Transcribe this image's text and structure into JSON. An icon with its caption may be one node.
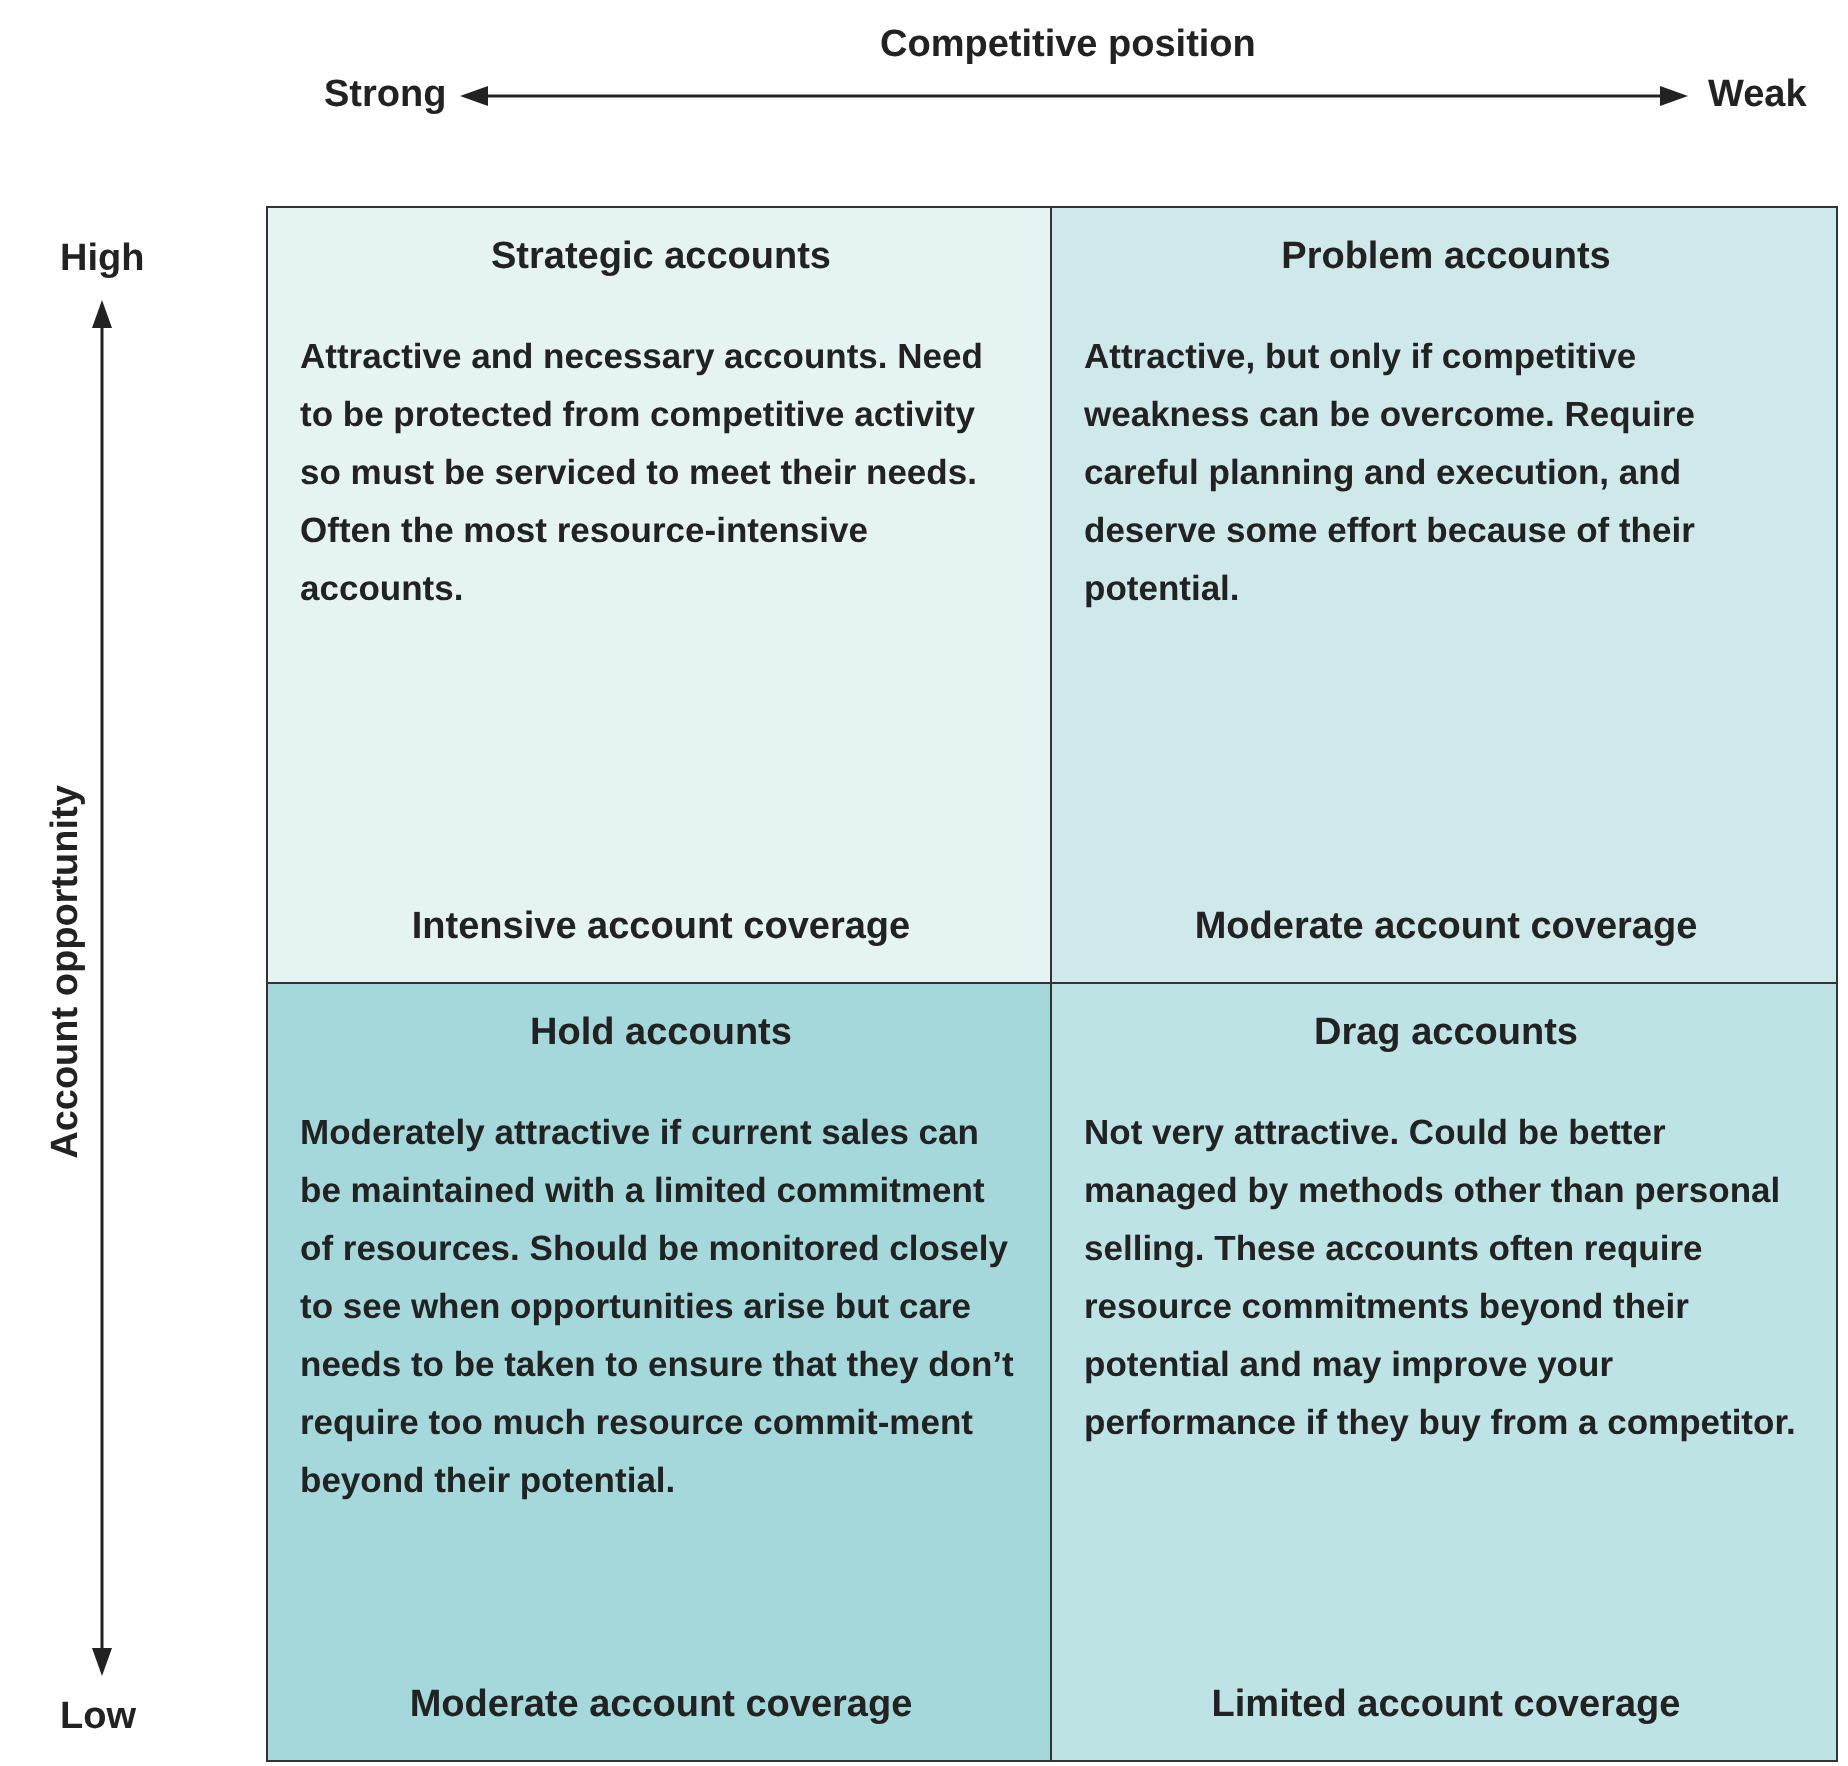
{
  "diagram": {
    "nodes": [
      {
        "text": [
          "Strategic accounts",
          "Attractive and necessary accounts. Need to be protected from competitive activity so must be serviced to meet their needs. Often the most resource-intensive accounts.",
          "Intensive account coverage"
        ]
      },
      {
        "text": [
          "Problem accounts",
          "Attractive, but only if competitive weakness can be overcome. Require careful planning and execution, and deserve some effort because of their potential.",
          "Moderate account coverage"
        ]
      },
      {
        "text": [
          "Hold accounts",
          "Moderately attractive if current sales can be maintained with a limited commitment of resources. Should be monitored closely to see when opportunities arise but care needs to be taken to ensure that they don’t require too much resource commit-ment beyond their potential.",
          "Moderate account coverage"
        ]
      },
      {
        "text": [
          "Drag accounts",
          "Not very attractive. Could be better managed by methods other than personal selling. These accounts often require resource  commitments beyond their potential and may improve your performance if they buy from a competitor.",
          "Limited account coverage"
        ]
      }
    ],
    "labels": [
      "Competitive position",
      "Strong",
      "Weak",
      "High",
      "Low",
      "Account opportunity"
    ]
  }
}
